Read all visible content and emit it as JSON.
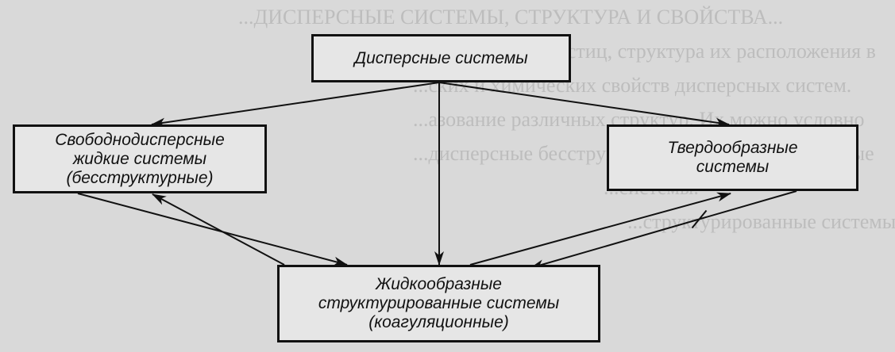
{
  "background_lines": [
    "...ДИСПЕРСНЫЕ СИСТЕМЫ, СТРУКТУРА И СВОЙСТВА...",
    "",
    "",
    "",
    "...ть частиц, структура их расположения в",
    "...ских и химических свойств дисперсных систем.",
    "...азование различных структур. Их можно условно",
    "...дисперсные бесструктурные и структурированные",
    "...системы.",
    "...структурированные системы"
  ],
  "nodes": {
    "root": "Дисперсные системы",
    "free": "Свободнодисперсные\nжидкие системы\n(бесструктурные)",
    "solid": "Твердообразные\nсистемы",
    "liquid": "Жидкообразные\nструктурированные системы\n(коагуляционные)"
  },
  "edges": [
    {
      "from": "root",
      "to": "free",
      "blocked": false
    },
    {
      "from": "root",
      "to": "liquid",
      "blocked": false
    },
    {
      "from": "root",
      "to": "solid",
      "blocked": false
    },
    {
      "from": "free",
      "to": "liquid",
      "blocked": false
    },
    {
      "from": "liquid",
      "to": "free",
      "blocked": false
    },
    {
      "from": "liquid",
      "to": "solid",
      "blocked": false
    },
    {
      "from": "solid",
      "to": "liquid",
      "blocked": true
    }
  ],
  "colors": {
    "line": "#111111",
    "box_fill": "#e6e6e6",
    "page": "#d9d9d9"
  }
}
